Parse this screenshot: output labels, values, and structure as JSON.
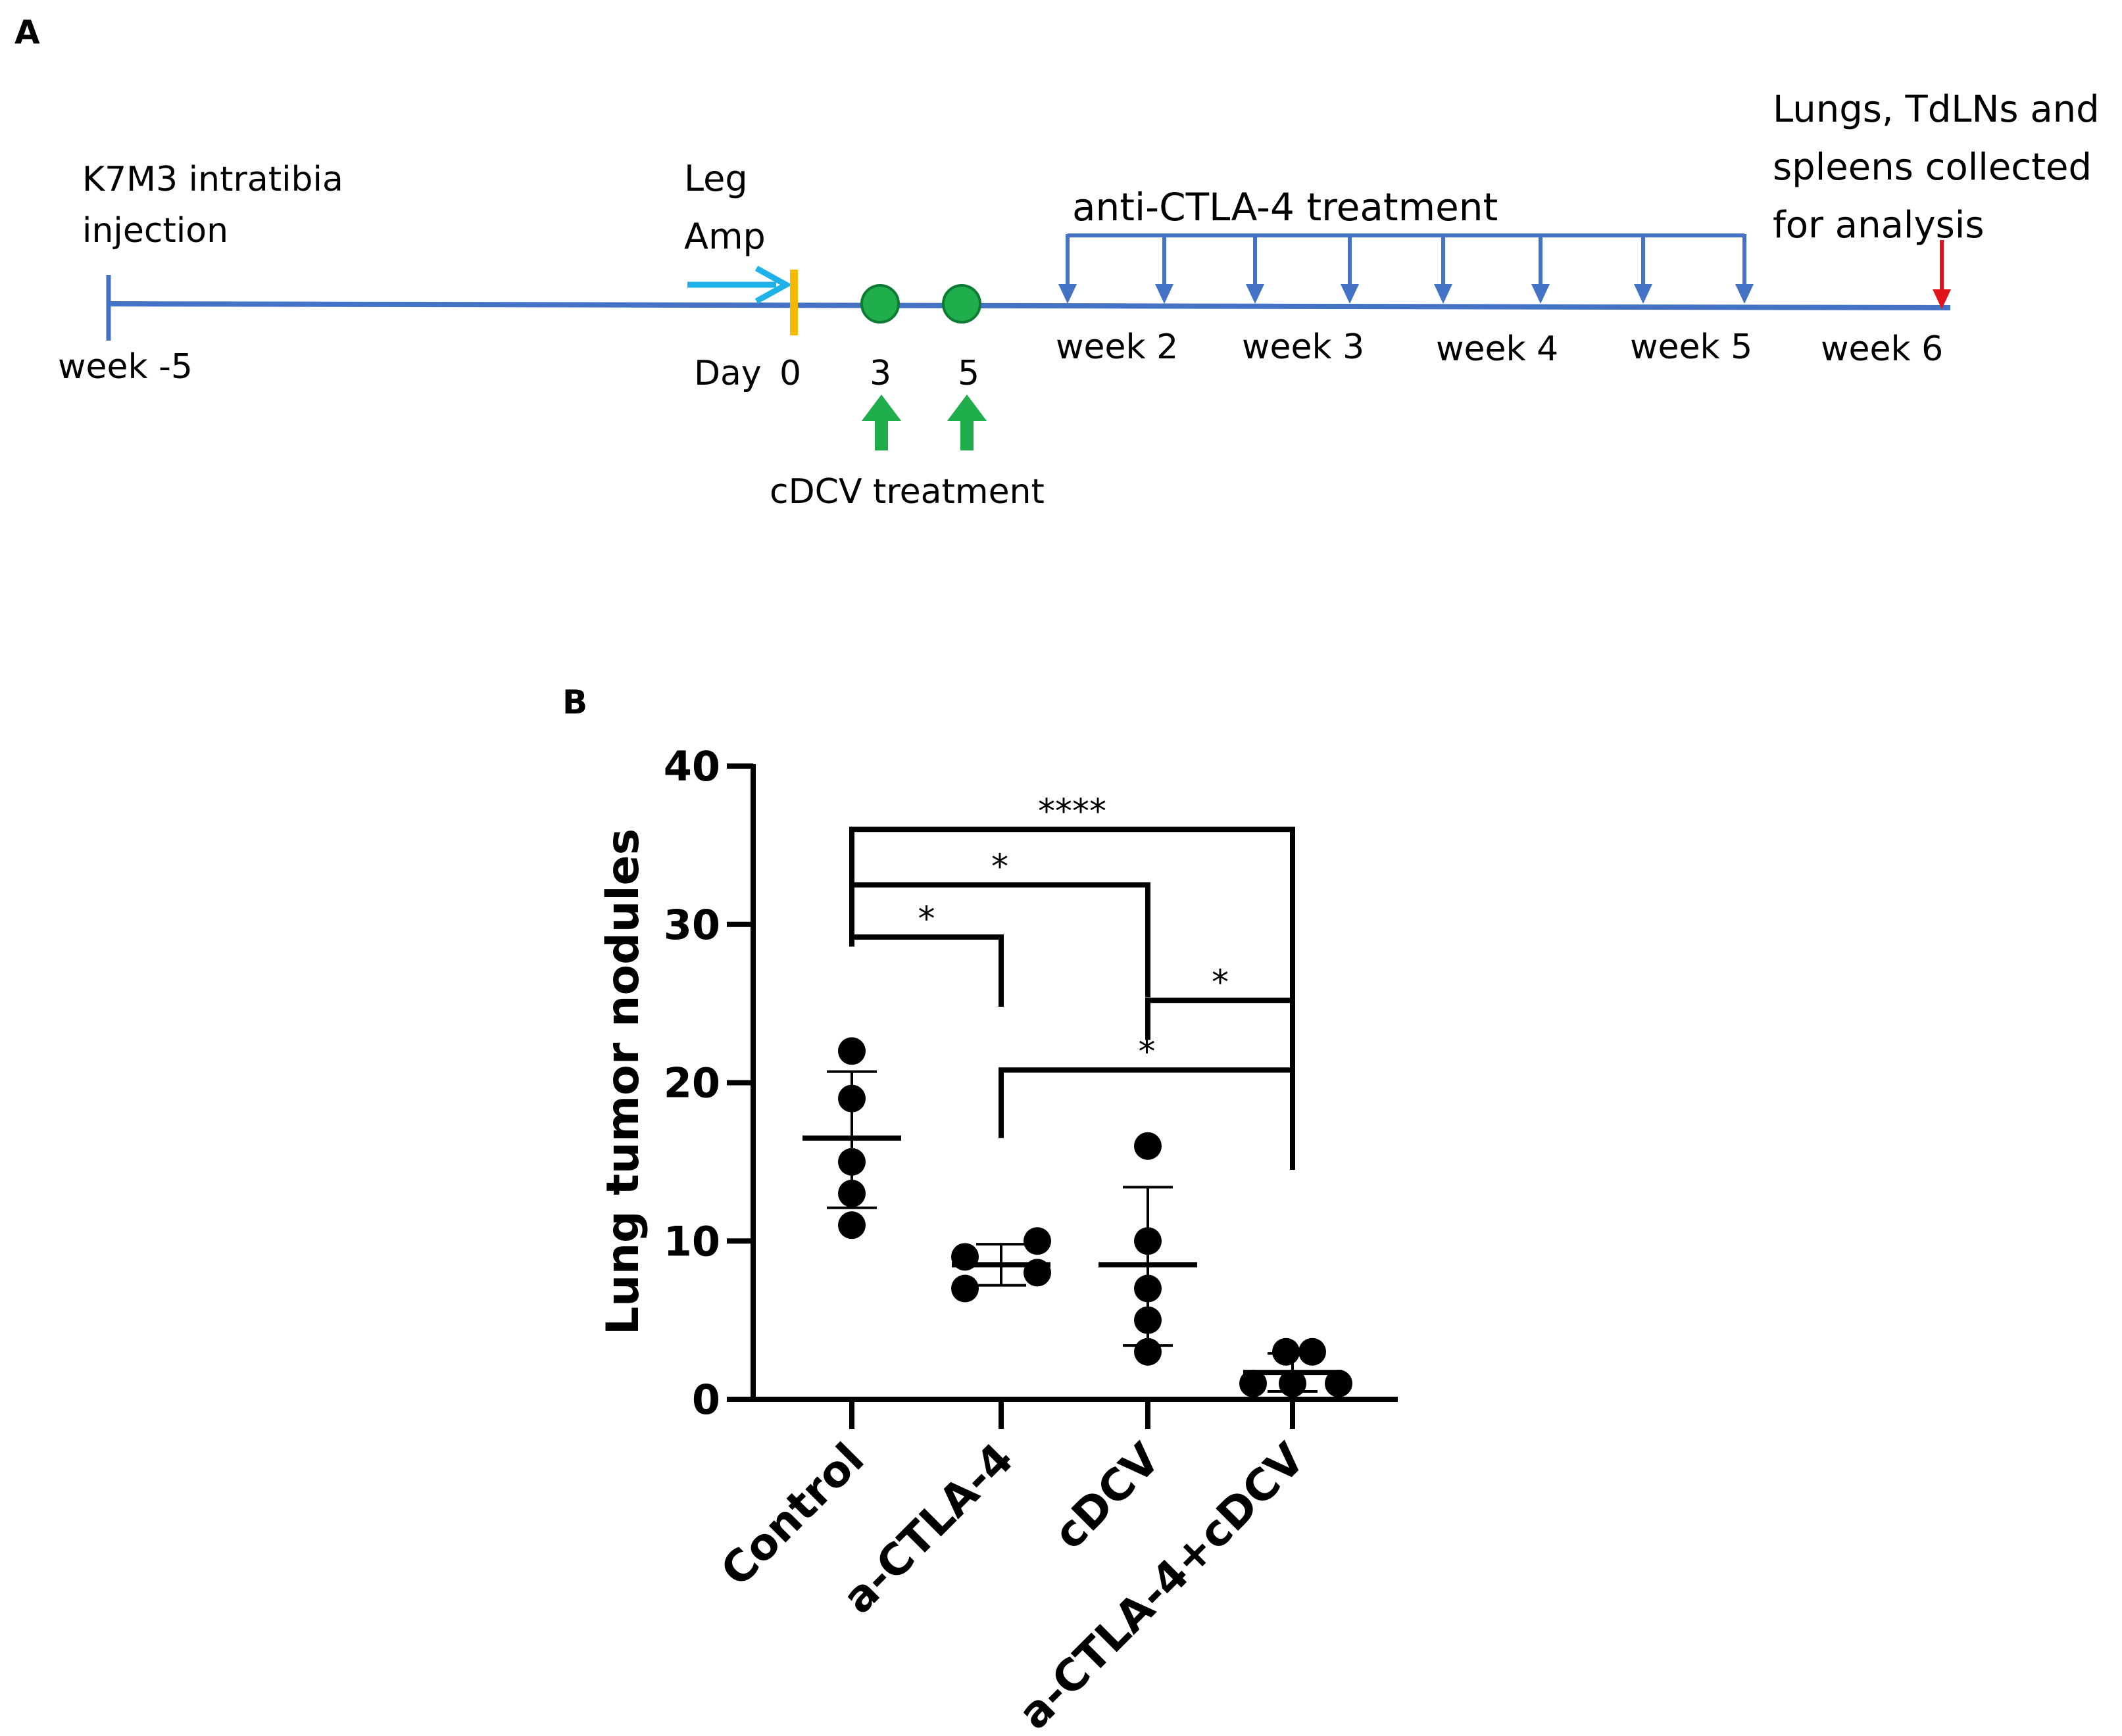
{
  "panels": {
    "a_label": "A",
    "b_label": "B"
  },
  "timeline": {
    "start_label": "week -5",
    "injection_lines": [
      "K7M3 intratibia",
      "injection"
    ],
    "leg_amp_lines": [
      "Leg",
      "Amp"
    ],
    "day_label": "Day",
    "day_ticks": [
      "0",
      "3",
      "5"
    ],
    "cdcv_label": "cDCV treatment",
    "ctla4_label": "anti-CTLA-4 treatment",
    "weeks": [
      "week 2",
      "week 3",
      "week 4",
      "week 5",
      "week 6"
    ],
    "collection_lines": [
      "Lungs, TdLNs and",
      "spleens collected",
      "for analysis"
    ],
    "colors": {
      "axis": "#4472C4",
      "leg_arrow": "#1FB2E8",
      "day0_mark": "#F5B800",
      "cdcv_dot": "#1FAE4B",
      "cdcv_arrow": "#1FAE4B",
      "end_arrow": "#E0131B"
    }
  },
  "chart_data": {
    "type": "scatter",
    "title": "",
    "xlabel": "",
    "ylabel": "Lung tumor nodules",
    "ylim": [
      0,
      40
    ],
    "yticks": [
      0,
      10,
      20,
      30,
      40
    ],
    "categories": [
      "Control",
      "a-CTLA-4",
      "cDCV",
      "a-CTLA-4+cDCV"
    ],
    "groups": [
      {
        "name": "Control",
        "values": [
          22,
          19,
          15,
          13,
          11
        ],
        "mean": 16.5,
        "sd_upper": 20.7,
        "sd_lower": 12.1
      },
      {
        "name": "a-CTLA-4",
        "values": [
          9,
          10,
          8,
          7
        ],
        "mean": 8.5,
        "sd_upper": 9.8,
        "sd_lower": 7.2
      },
      {
        "name": "cDCV",
        "values": [
          16,
          10,
          7,
          5,
          3
        ],
        "mean": 8.5,
        "sd_upper": 13.4,
        "sd_lower": 3.4
      },
      {
        "name": "a-CTLA-4+cDCV",
        "values": [
          3,
          3,
          1,
          1,
          1
        ],
        "mean": 1.7,
        "sd_upper": 2.9,
        "sd_lower": 0.5
      }
    ],
    "significance": [
      {
        "from": "Control",
        "to": "a-CTLA-4+cDCV",
        "label": "****",
        "top": 36
      },
      {
        "from": "Control",
        "to": "cDCV",
        "label": "*",
        "top": 32.5
      },
      {
        "from": "Control",
        "to": "a-CTLA-4",
        "label": "*",
        "top": 29.2
      },
      {
        "from": "cDCV",
        "to": "a-CTLA-4+cDCV",
        "label": "*",
        "top": 25.2
      },
      {
        "from": "a-CTLA-4",
        "to": "a-CTLA-4+cDCV",
        "label": "*",
        "top": 20.8
      }
    ],
    "colors": {
      "points": "#000000",
      "axes": "#000000"
    }
  }
}
